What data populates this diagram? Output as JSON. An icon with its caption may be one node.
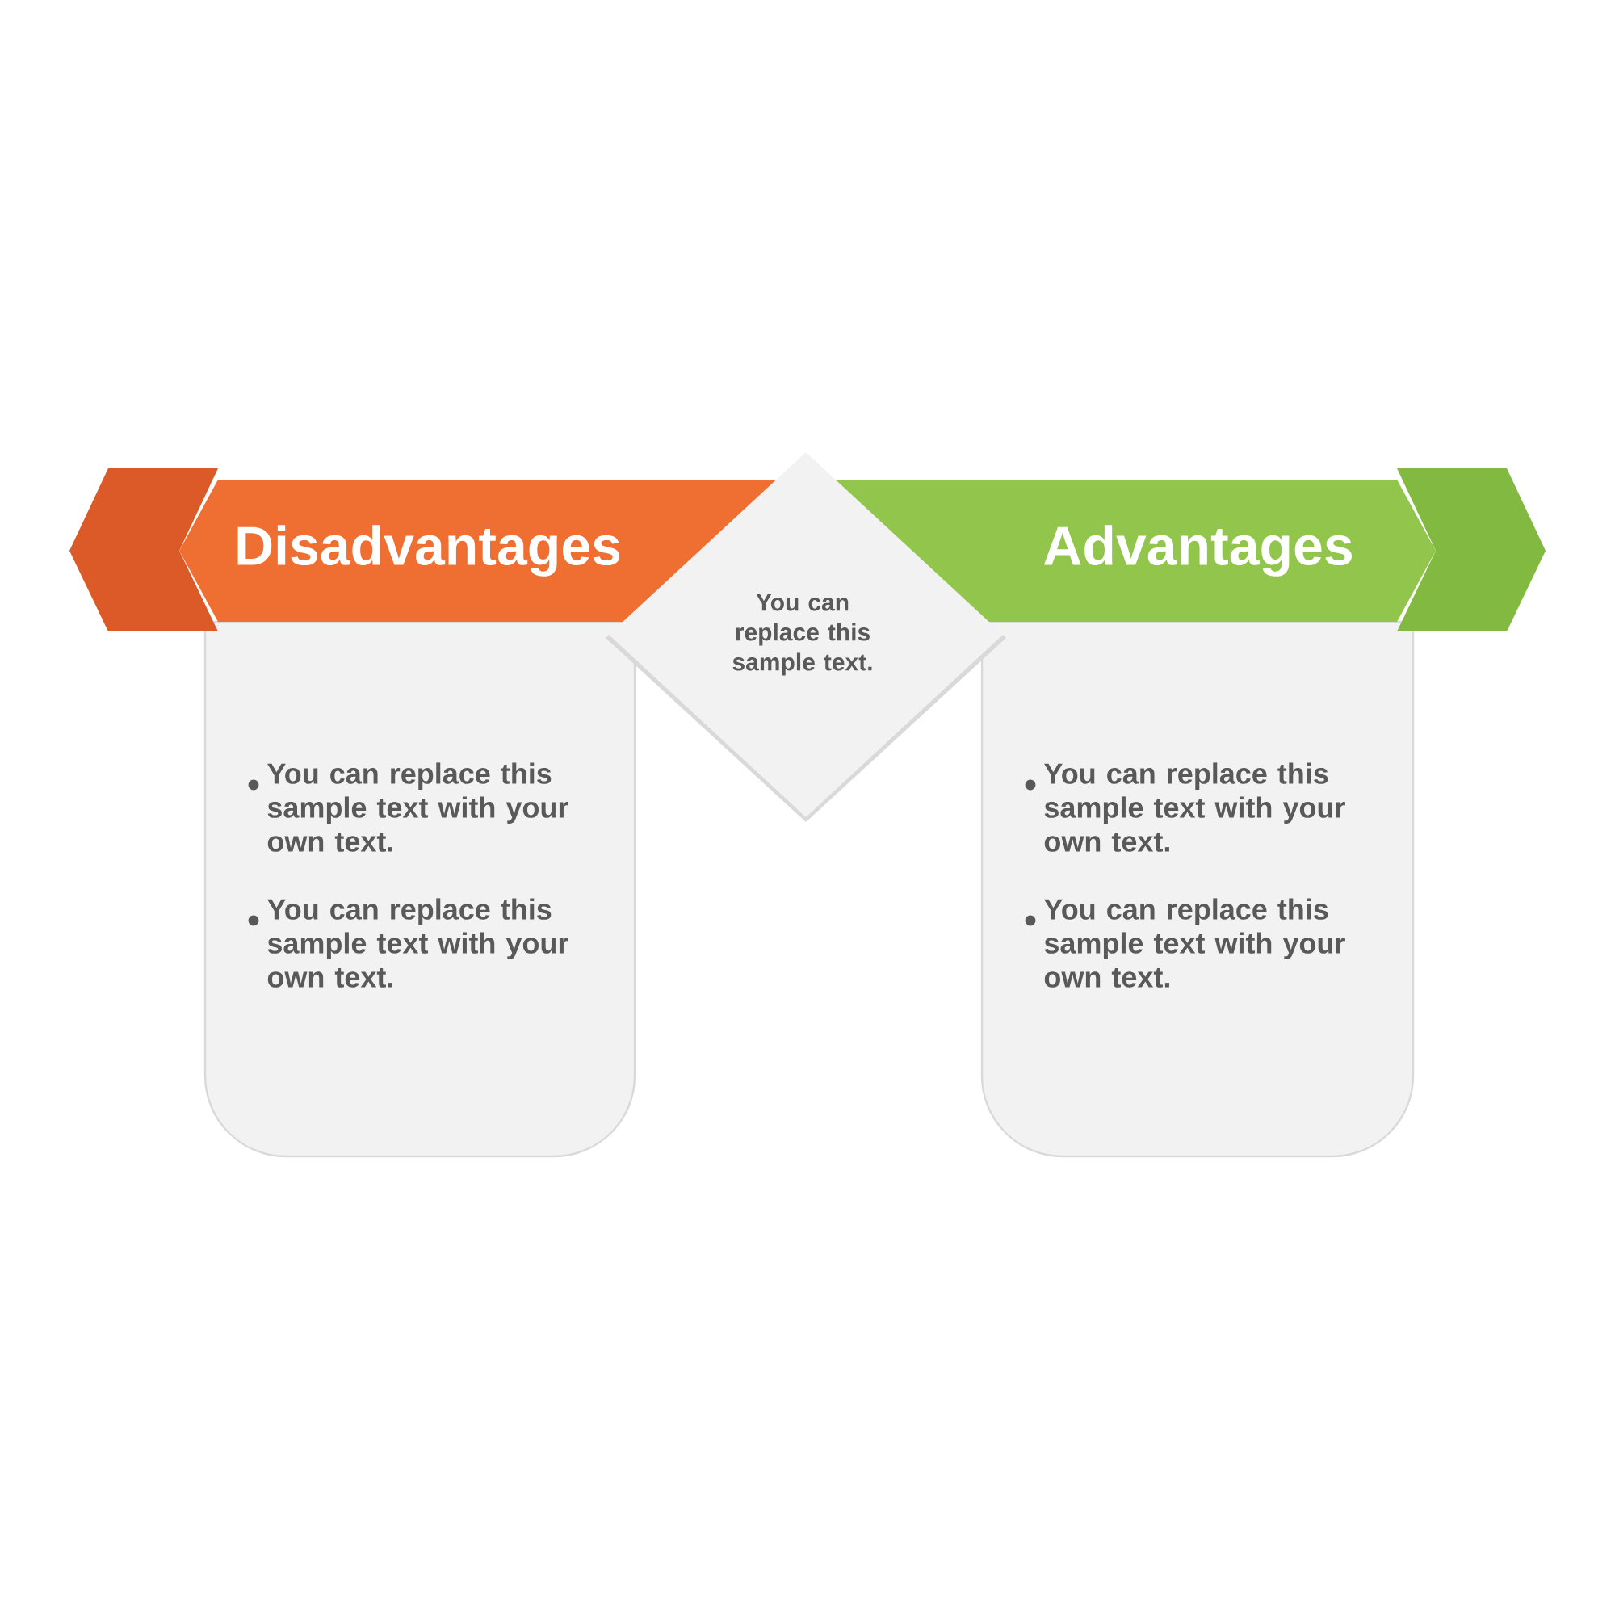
{
  "diagram": {
    "nodes": [
      {
        "text": [
          "Disadvantages"
        ]
      },
      {
        "text": [
          "You can replace this sample text with your own text.",
          "You can replace this sample text with your own text."
        ]
      },
      {
        "text": [
          "You can replace this sample text."
        ]
      },
      {
        "text": [
          "Advantages"
        ]
      },
      {
        "text": [
          "You can replace this sample text with your own text.",
          "You can replace this sample text with your own text."
        ]
      }
    ]
  }
}
